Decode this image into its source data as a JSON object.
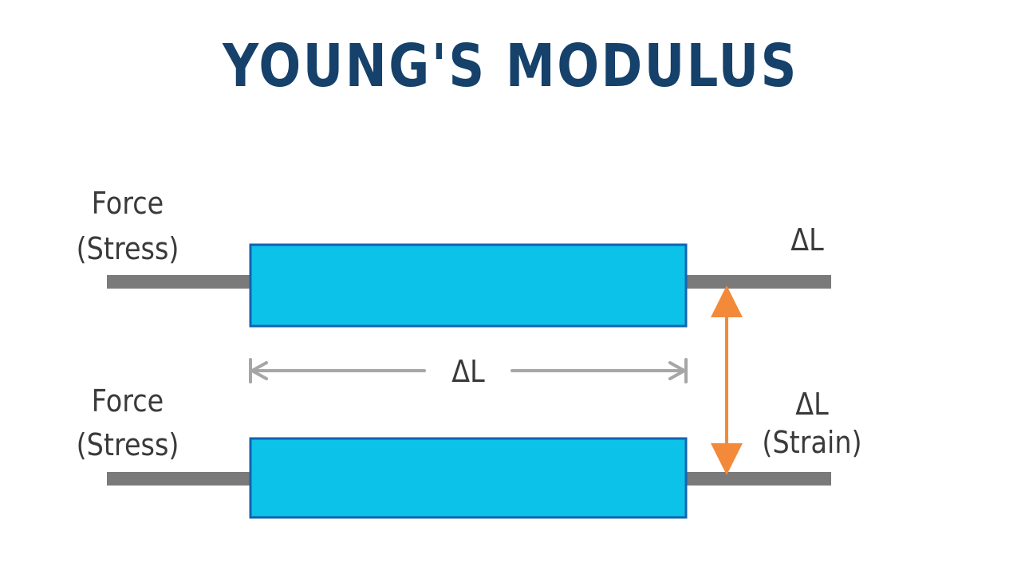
{
  "title": "YOUNG'S MODULUS",
  "labels": {
    "top_force": "Force",
    "top_stress": "(Stress)",
    "top_right_delta": "ΔL",
    "middle_delta": "ΔL",
    "bottom_force": "Force",
    "bottom_stress": "(Stress)",
    "bottom_right_delta": "ΔL",
    "bottom_right_strain": "(Strain)"
  },
  "colors": {
    "title": "#15416a",
    "bar_fill": "#0dc2e8",
    "bar_border": "#1363b0",
    "rod": "#7a7a7a",
    "dimension_arrow": "#a6a6a6",
    "strain_arrow": "#f28a3a",
    "text": "#3a3a3a"
  }
}
